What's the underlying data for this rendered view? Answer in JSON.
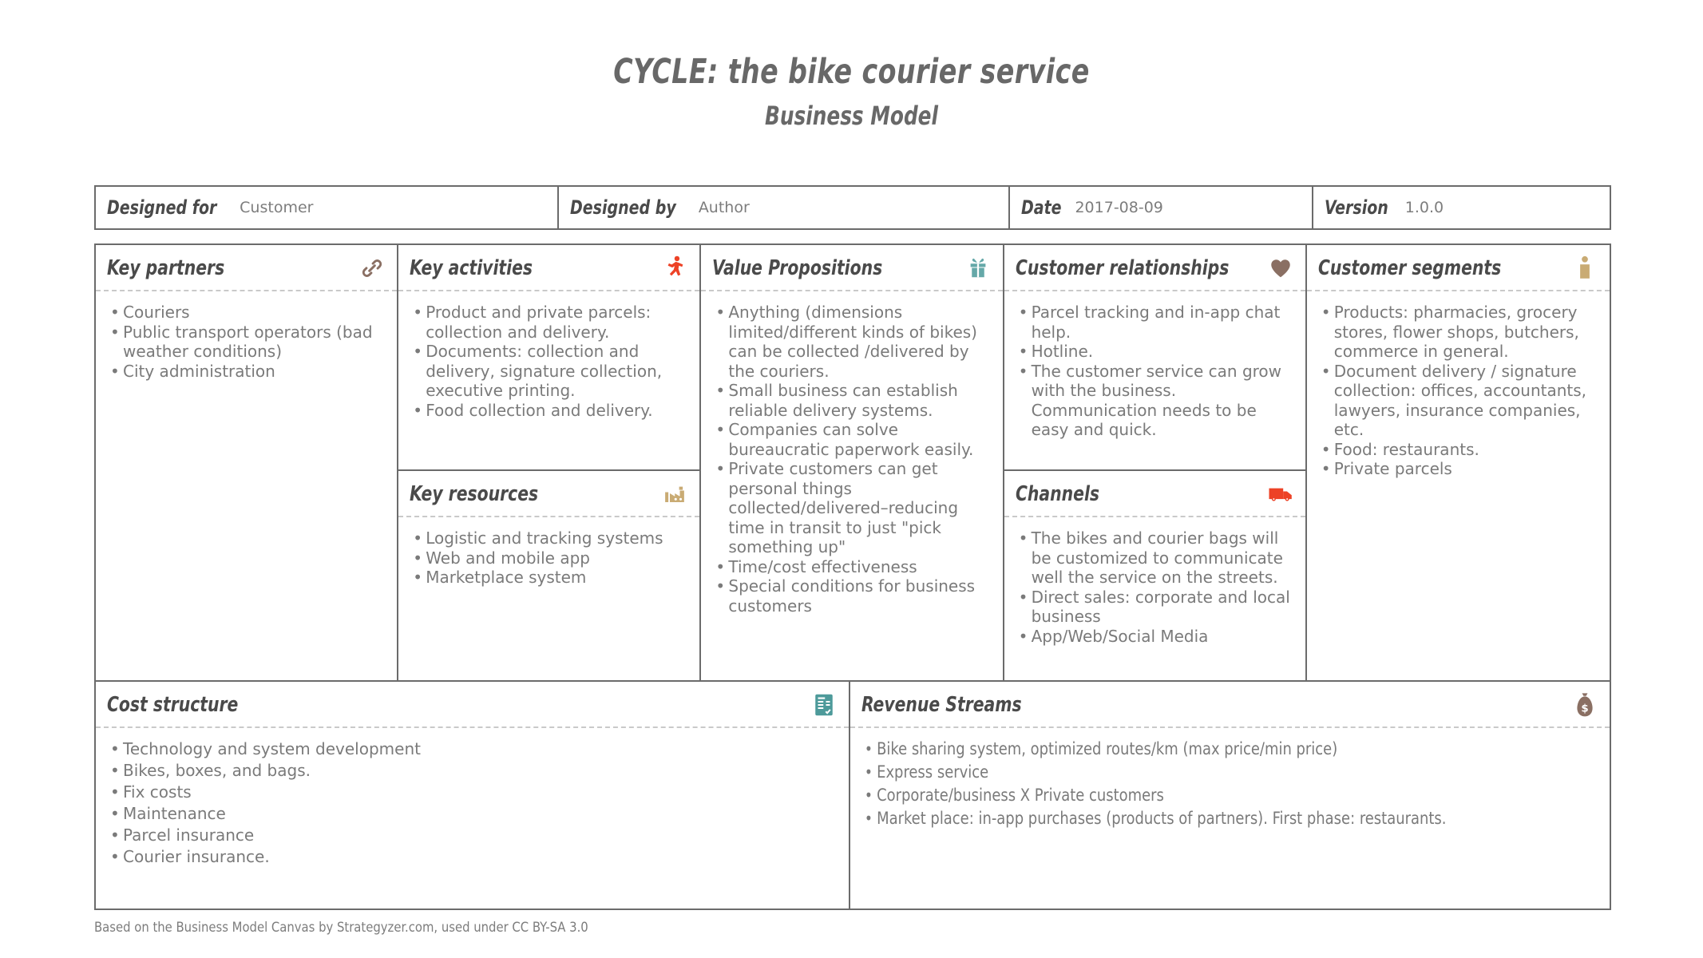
{
  "header": {
    "main_title": "CYCLE: the bike courier service",
    "sub_title": "Business Model"
  },
  "meta": {
    "designed_for_label": "Designed for",
    "designed_for_value": "Customer",
    "designed_by_label": "Designed by",
    "designed_by_value": "Author",
    "date_label": "Date",
    "date_value": "2017-08-09",
    "version_label": "Version",
    "version_value": "1.0.0"
  },
  "blocks": {
    "key_partners": {
      "title": "Key partners",
      "icon": "link-icon",
      "icon_color": "#8a6f63",
      "items": [
        "Couriers",
        "Public transport operators (bad weather conditions)",
        "City administration"
      ]
    },
    "key_activities": {
      "title": "Key activities",
      "icon": "runner-icon",
      "icon_color": "#ed4226",
      "items": [
        "Product and private parcels: collection and delivery.",
        "Documents: collection and delivery, signature collection, executive printing.",
        "Food collection and delivery."
      ]
    },
    "key_resources": {
      "title": "Key resources",
      "icon": "factory-icon",
      "icon_color": "#c9ab74",
      "items": [
        "Logistic and tracking systems",
        "Web and mobile app",
        "Marketplace system"
      ]
    },
    "value_propositions": {
      "title": "Value Propositions",
      "icon": "gift-icon",
      "icon_color": "#65a8a8",
      "items": [
        "Anything (dimensions limited/different kinds of bikes) can be collected /delivered by the couriers.",
        "Small business can establish reliable delivery systems.",
        "Companies can solve bureaucratic paperwork easily.",
        "Private customers can get personal things collected/delivered–reducing time in transit to just \"pick something up\"",
        "Time/cost effectiveness",
        "Special conditions for business customers"
      ]
    },
    "customer_relationships": {
      "title": "Customer relationships",
      "icon": "heart-icon",
      "icon_color": "#8a6f63",
      "items": [
        "Parcel tracking and in-app chat help.",
        "Hotline.",
        "The customer service can grow with the business. Communication needs to be easy and quick."
      ]
    },
    "channels": {
      "title": "Channels",
      "icon": "delivery-truck-icon",
      "icon_color": "#ed4226",
      "items": [
        "The bikes and courier bags will be customized to communicate well the service on the streets.",
        "Direct sales: corporate and local business",
        "App/Web/Social Media"
      ]
    },
    "customer_segments": {
      "title": "Customer segments",
      "icon": "person-icon",
      "icon_color": "#c9ab74",
      "items": [
        "Products: pharmacies, grocery stores, flower shops, butchers, commerce in general.",
        "Document delivery / signature collection: offices, accountants, lawyers, insurance companies, etc.",
        "Food: restaurants.",
        "Private parcels"
      ]
    },
    "cost_structure": {
      "title": "Cost structure",
      "icon": "invoice-icon",
      "icon_color": "#4d9a9a",
      "items": [
        "Technology and system development",
        "Bikes, boxes, and bags.",
        "Fix costs",
        "Maintenance",
        "Parcel insurance",
        "Courier insurance."
      ]
    },
    "revenue_streams": {
      "title": "Revenue Streams",
      "icon": "money-bag-icon",
      "icon_color": "#8a6f63",
      "items": [
        "Bike sharing system, optimized routes/km (max price/min price)",
        "Express service",
        "Corporate/business X Private customers",
        "Market place: in-app purchases (products of partners). First phase: restaurants."
      ]
    }
  },
  "footer": {
    "text": "Based on the Business Model Canvas by Strategyzer.com, used under CC BY-SA 3.0"
  }
}
